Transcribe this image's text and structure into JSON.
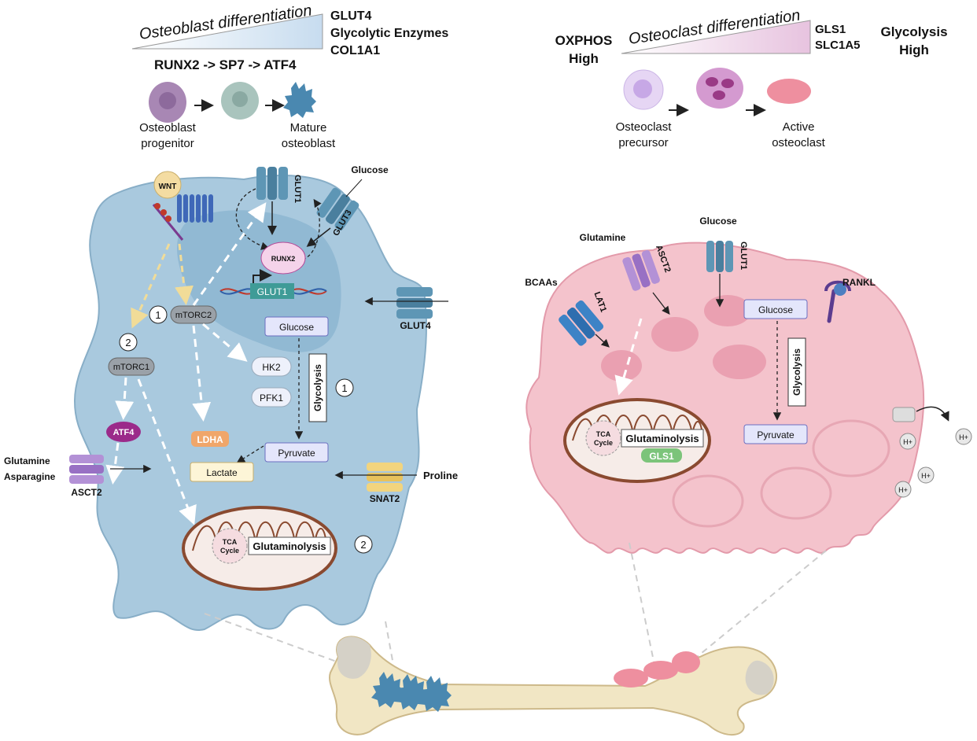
{
  "osteoblast": {
    "gradient_label": "Osteoblast differentiation",
    "markers": [
      "GLUT4",
      "Glycolytic Enzymes",
      "COL1A1"
    ],
    "pathway": "RUNX2 -> SP7 -> ATF4",
    "stages": [
      "Osteoblast",
      "progenitor",
      "Mature",
      "osteoblast"
    ]
  },
  "osteoclast": {
    "gradient_label": "Osteoclast differentiation",
    "markers": [
      "GLS1",
      "SLC1A5"
    ],
    "left_state": [
      "OXPHOS",
      "High"
    ],
    "right_state": [
      "Glycolysis",
      "High"
    ],
    "stages": [
      "Osteoclast",
      "precursor",
      "Active",
      "osteoclast"
    ]
  },
  "ob_cell": {
    "wnt": "WNT",
    "glucose": "Glucose",
    "glut1": "GLUT1",
    "glut3": "GLUT3",
    "glut4": "GLUT4",
    "runx2": "RUNX2",
    "glut1_gene": "GLUT1",
    "mtorc2": "mTORC2",
    "mtorc1": "mTORC1",
    "atf4": "ATF4",
    "num1": "1",
    "num2": "2",
    "glucose_box": "Glucose",
    "hk2": "HK2",
    "pfk1": "PFK1",
    "glycolysis": "Glycolysis",
    "ldha": "LDHA",
    "pyruvate": "Pyruvate",
    "lactate": "Lactate",
    "glutamine": "Glutamine",
    "asparagine": "Asparagine",
    "asct2": "ASCT2",
    "proline": "Proline",
    "snat2": "SNAT2",
    "tca": [
      "TCA",
      "Cycle"
    ],
    "glutaminolysis": "Glutaminolysis"
  },
  "oc_cell": {
    "glucose": "Glucose",
    "glut1": "GLUT1",
    "glutamine": "Glutamine",
    "asct2": "ASCT2",
    "bcaas": "BCAAs",
    "lat1": "LAT1",
    "rankl": "RANKL",
    "glucose_box": "Glucose",
    "glycolysis": "Glycolysis",
    "pyruvate": "Pyruvate",
    "tca": [
      "TCA",
      "Cycle"
    ],
    "glutaminolysis": "Glutaminolysis",
    "gls1": "GLS1",
    "proton": "H+"
  }
}
